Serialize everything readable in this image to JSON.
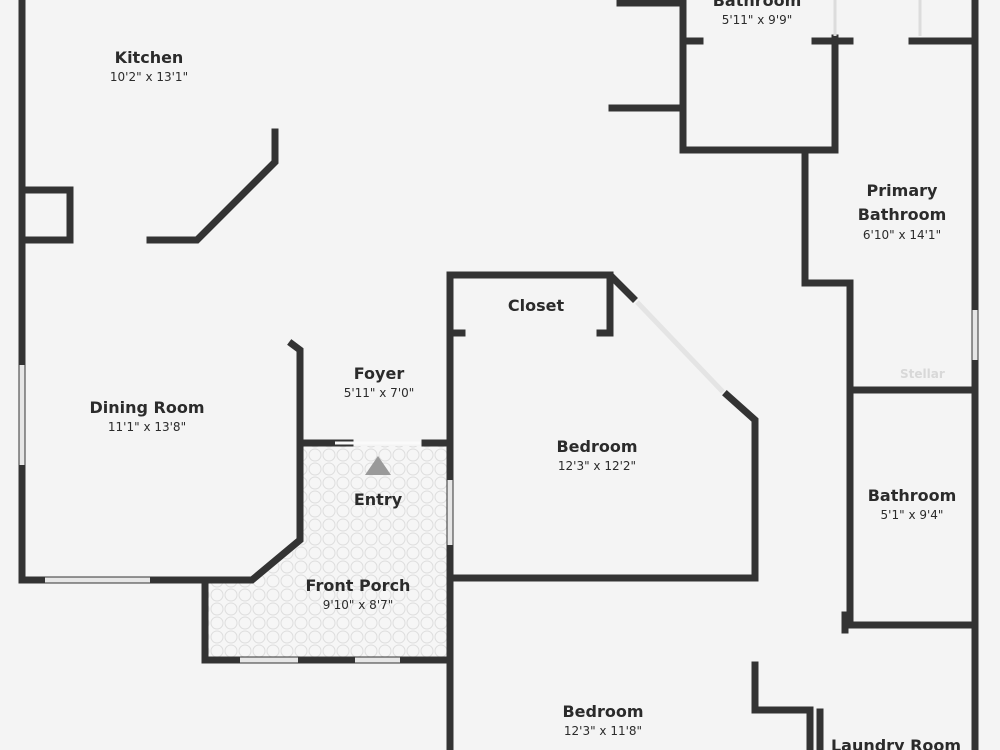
{
  "rooms": [
    {
      "name": "Kitchen",
      "dims": "10'2\" x 13'1\""
    },
    {
      "name": "Bathroom",
      "dims": "5'11\" x 9'9\""
    },
    {
      "name": "Primary Bathroom",
      "dims": "6'10\" x 14'1\""
    },
    {
      "name": "Closet",
      "dims": ""
    },
    {
      "name": "Foyer",
      "dims": "5'11\" x 7'0\""
    },
    {
      "name": "Dining Room",
      "dims": "11'1\" x 13'8\""
    },
    {
      "name": "Bedroom",
      "dims": "12'3\" x 12'2\""
    },
    {
      "name": "Entry",
      "dims": ""
    },
    {
      "name": "Bathroom",
      "dims": "5'1\" x 9'4\""
    },
    {
      "name": "Front Porch",
      "dims": "9'10\" x 8'7\""
    },
    {
      "name": "Bedroom",
      "dims": "12'3\" x 11'8\""
    },
    {
      "name": "Laundry Room",
      "dims": ""
    }
  ],
  "watermark": "Stellar",
  "colors": {
    "wall": "#333333",
    "floor": "#f4f4f4",
    "window": "#ffffff"
  }
}
